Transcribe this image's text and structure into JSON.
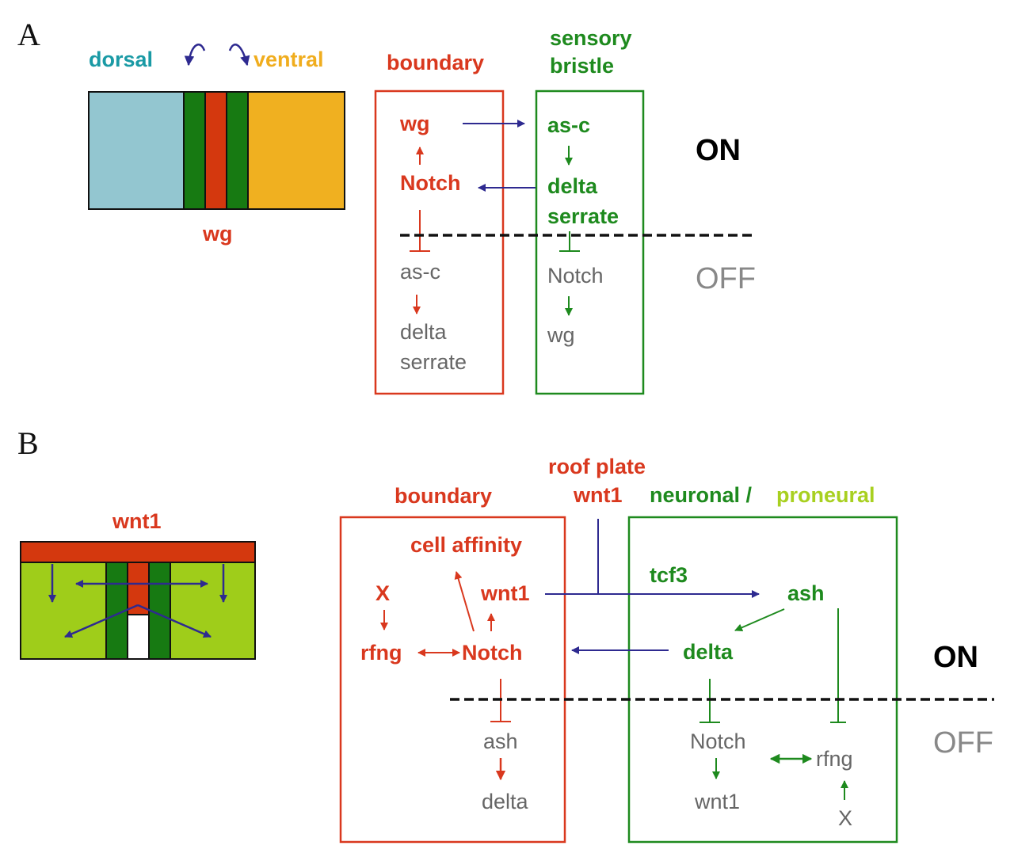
{
  "colors": {
    "red": "#d9381e",
    "green": "#1e8a1e",
    "light_green": "#a8d020",
    "blue_arrow": "#2e2a90",
    "teal": "#1a9aa5",
    "orange": "#f0ad1e",
    "light_blue_fill": "#93c6d0",
    "orange_fill": "#f0b020",
    "green_fill": "#177a12",
    "red_fill": "#d4380e",
    "lime_fill": "#9fcd1a",
    "gray_text": "#666666",
    "off_gray": "#888888",
    "black": "#000000"
  },
  "panel_a": {
    "label": "A",
    "schematic": {
      "dorsal_label": "dorsal",
      "ventral_label": "ventral",
      "center_label": "wg"
    },
    "boundary_box": {
      "title": "boundary",
      "on_genes": [
        "wg",
        "Notch"
      ],
      "off_genes": [
        "as-c",
        "delta",
        "serrate"
      ]
    },
    "sensory_box": {
      "title_line1": "sensory",
      "title_line2": "bristle",
      "on_genes": [
        "as-c",
        "delta",
        "serrate"
      ],
      "off_genes": [
        "Notch",
        "wg"
      ]
    },
    "on_label": "ON",
    "off_label": "OFF"
  },
  "panel_b": {
    "label": "B",
    "schematic": {
      "top_label": "wnt1"
    },
    "boundary_box": {
      "title": "boundary",
      "on_genes": {
        "cell_affinity": "cell affinity",
        "x": "X",
        "wnt1": "wnt1",
        "rfng": "rfng",
        "notch": "Notch"
      },
      "off_genes": [
        "ash",
        "delta"
      ]
    },
    "roof_plate": {
      "line1": "roof plate",
      "line2": "wnt1"
    },
    "neuronal_box": {
      "title_neuronal": "neuronal /",
      "title_proneural": "proneural",
      "tcf3": "tcf3",
      "on_genes": [
        "ash",
        "delta"
      ],
      "off_genes": {
        "notch": "Notch",
        "wnt1": "wnt1",
        "rfng": "rfng",
        "x": "X"
      }
    },
    "on_label": "ON",
    "off_label": "OFF"
  }
}
